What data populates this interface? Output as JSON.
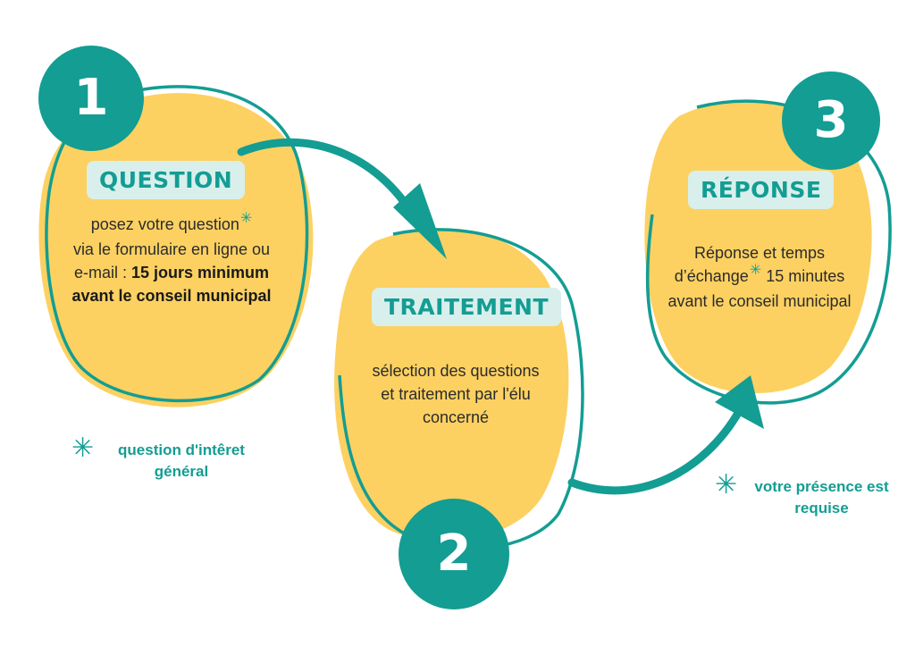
{
  "colors": {
    "yellow": "#fcd161",
    "teal": "#139d93",
    "pill_bg": "#d9efec"
  },
  "steps": [
    {
      "number": "1",
      "title": "QUESTION",
      "text_parts": [
        "posez votre question",
        "via le formulaire en ligne ou e-mail : "
      ],
      "text_bold": "15 jours minimum avant le conseil municipal"
    },
    {
      "number": "2",
      "title": "TRAITEMENT",
      "text": "sélection des questions et traitement par l'élu concerné"
    },
    {
      "number": "3",
      "title": "RÉPONSE",
      "text_parts": [
        "Réponse et temps d’échange",
        "15 minutes avant le conseil municipal"
      ]
    }
  ],
  "notes": {
    "general_interest": "question d'intêret général",
    "presence": "votre présence est requise"
  },
  "icons": {
    "asterisk": "asterisk-icon",
    "arrow": "curved-arrow-icon"
  }
}
